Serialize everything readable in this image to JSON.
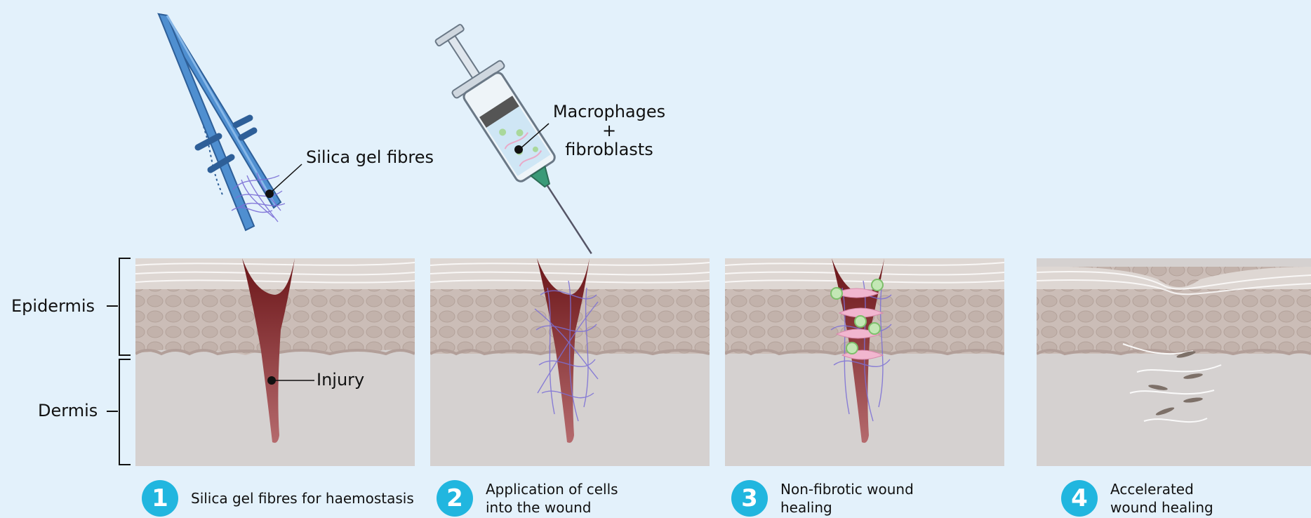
{
  "labels": {
    "epidermis": "Epidermis",
    "dermis": "Dermis",
    "silica": "Silica gel fibres",
    "injury": "Injury",
    "macrophages": "Macrophages",
    "plus": "+",
    "fibroblasts": "fibroblasts"
  },
  "steps": [
    {
      "number": "1",
      "text": "Silica gel fibres for haemostasis"
    },
    {
      "number": "2",
      "text": "Application of cells\ninto the wound"
    },
    {
      "number": "3",
      "text": "Non-fibrotic wound\nhealing"
    },
    {
      "number": "4",
      "text": "Accelerated\nwound healing"
    }
  ],
  "colors": {
    "background": "#e3f1fb",
    "badge": "#21b6df",
    "blood": "#7e1d1d",
    "dermis": "#d5d1d0",
    "epidermis": "#c9bcb6",
    "tweezers": "#4f8fd0",
    "fibres": "#7b6fd6"
  }
}
